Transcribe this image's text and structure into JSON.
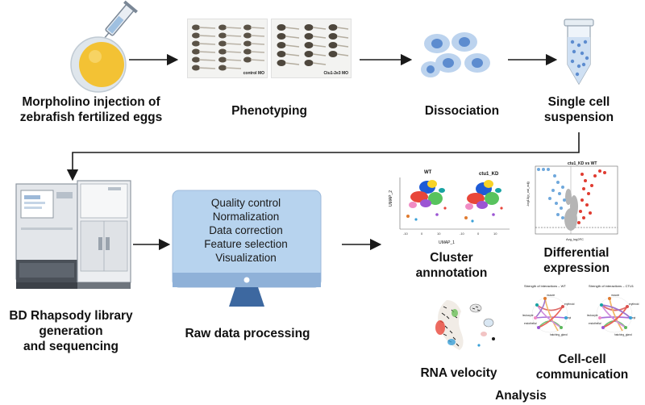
{
  "steps": {
    "injection": {
      "line1": "Morpholino injection of",
      "line2": "zebrafish fertilized eggs"
    },
    "phenotyping": {
      "label": "Phenotyping",
      "panel_left": "control MO",
      "panel_right": "Ctu1-2e3 MO"
    },
    "dissociation": {
      "label": "Dissociation"
    },
    "suspension": {
      "line1": "Single cell",
      "line2": "suspension"
    },
    "rhapsody": {
      "line1": "BD Rhapsody library",
      "line2": "generation",
      "line3": "and sequencing"
    },
    "raw_processing": {
      "label": "Raw data processing",
      "monitor_lines": [
        "Quality control",
        "Normalization",
        "Data correction",
        "Feature selection",
        "Visualization"
      ]
    }
  },
  "analysis": {
    "title": "Analysis",
    "cluster": {
      "line1": "Cluster",
      "line2": "annnotation",
      "plot_left_title": "WT",
      "plot_right_title": "ctu1_KD",
      "xlabel": "UMAP_1",
      "ylabel": "UMAP_2"
    },
    "differential": {
      "line1": "Differential",
      "line2": "expression",
      "plot_title": "ctu1_KD vs WT",
      "xlabel": "Avg_log2FC",
      "ylabel": "-log10(p_val_adj)"
    },
    "velocity": {
      "label": "RNA velocity"
    },
    "communication": {
      "line1": "Cell-cell",
      "line2": "communication",
      "net_left_title": "Strength of interactions – WT",
      "net_right_title": "Strength of interactions – CTU1",
      "nodes": [
        "muscle",
        "erythroid",
        "epi",
        "endothelial",
        "hatching_gland",
        "leukocyte"
      ]
    }
  },
  "colors": {
    "arrow": "#1a1a1a",
    "monitor": "#b7d3ee",
    "monitor_dark": "#3d68a0",
    "egg": "#f3c234",
    "cell_blue": "#5d8ccf",
    "cell_light": "#bcd3ee"
  }
}
